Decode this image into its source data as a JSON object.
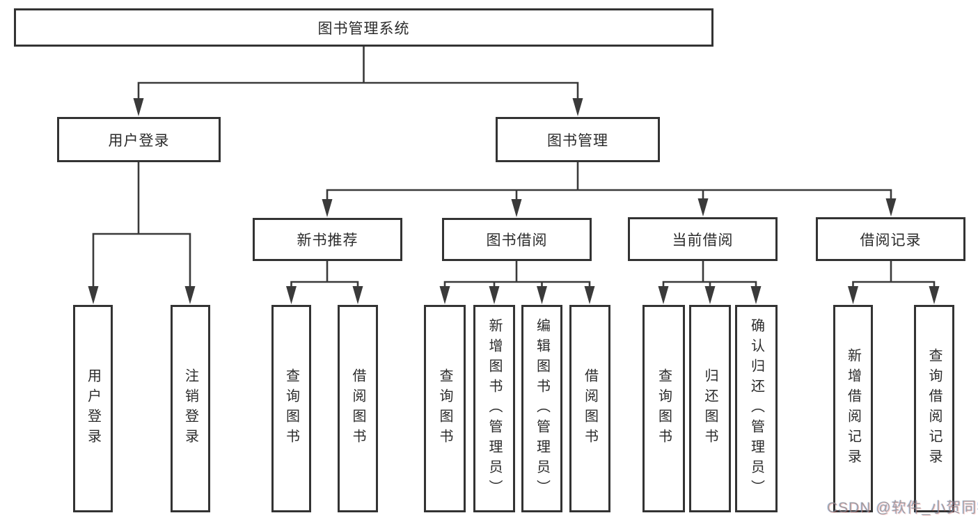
{
  "nodes": {
    "root": {
      "label": "图书管理系统"
    },
    "user_login": {
      "label": "用户登录"
    },
    "book_mgmt": {
      "label": "图书管理"
    },
    "new_book_rec": {
      "label": "新书推荐"
    },
    "book_borrow": {
      "label": "图书借阅"
    },
    "current_borrow": {
      "label": "当前借阅"
    },
    "borrow_records": {
      "label": "借阅记录"
    },
    "user_login_leaf": {
      "label": "用户登录"
    },
    "logout_leaf": {
      "label": "注销登录"
    },
    "rec_query_book": {
      "label": "查询图书"
    },
    "rec_borrow_book": {
      "label": "借阅图书"
    },
    "bb_query_book": {
      "label": "查询图书"
    },
    "bb_add_book": {
      "label": "新增图书（管理员）"
    },
    "bb_edit_book": {
      "label": "编辑图书（管理员）"
    },
    "bb_borrow_book": {
      "label": "借阅图书"
    },
    "cb_query_book": {
      "label": "查询图书"
    },
    "cb_return_book": {
      "label": "归还图书"
    },
    "cb_confirm_return": {
      "label": "确认归还（管理员）"
    },
    "br_add_record": {
      "label": "新增借阅记录"
    },
    "br_query_record": {
      "label": "查询借阅记录"
    }
  },
  "watermark": {
    "text": "CSDN @软件_小贺同学"
  },
  "colors": {
    "line": "#3a3a3a",
    "box_border": "#333333",
    "text": "#2b2b2b",
    "watermark_gray": "#8c8c8c",
    "background": "#ffffff"
  }
}
